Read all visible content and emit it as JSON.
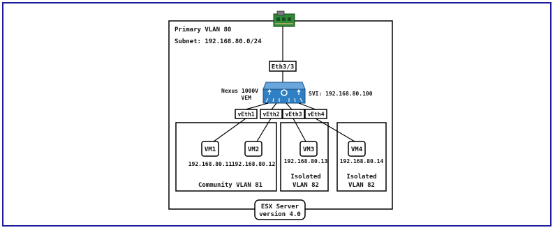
{
  "primary_vlan": "Primary VLAN 80",
  "subnet": "Subnet: 192.168.80.0/24",
  "uplink_port": "Eth3/3",
  "vem_label_line1": "Nexus 1000V",
  "vem_label_line2": "VEM",
  "svi": "SVI: 192.168.80.100",
  "veths": [
    "vEth1",
    "vEth2",
    "vEth3",
    "vEth4"
  ],
  "vms": [
    {
      "name": "VM1",
      "ip": "192.168.80.11"
    },
    {
      "name": "VM2",
      "ip": "192.168.80.12"
    },
    {
      "name": "VM3",
      "ip": "192.168.80.13"
    },
    {
      "name": "VM4",
      "ip": "192.168.80.14"
    }
  ],
  "community_vlan": "Community VLAN 81",
  "isolated_vlan_a": {
    "line1": "Isolated",
    "line2": "VLAN 82"
  },
  "isolated_vlan_b": {
    "line1": "Isolated",
    "line2": "VLAN 82"
  },
  "esx_line1": "ESX Server",
  "esx_line2": "version 4.0",
  "colors": {
    "frame": "#1a1a9a",
    "switch": "#2f7fc4",
    "nic": "#2e8b3a"
  },
  "icons": {
    "uplink": "network-card-icon",
    "switch": "nexus-switch-icon"
  }
}
